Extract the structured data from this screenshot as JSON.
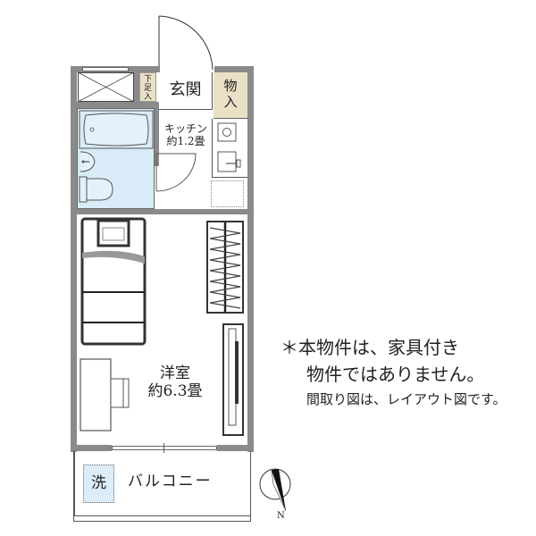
{
  "floorplan": {
    "rooms": {
      "entrance": {
        "label": "玄関"
      },
      "shoe_box": {
        "label_lines": [
          "下",
          "足",
          "入"
        ]
      },
      "storage": {
        "label_lines": [
          "物",
          "入"
        ]
      },
      "kitchen": {
        "label_lines": [
          "キッチン",
          "約1.2畳"
        ]
      },
      "western_room": {
        "label_lines": [
          "洋室",
          "約6.3畳"
        ]
      },
      "balcony": {
        "label": "バルコニー"
      },
      "laundry": {
        "label": "洗"
      }
    },
    "compass": {
      "label": "N"
    },
    "colors": {
      "wall": "#8a8a8a",
      "bath_fill": "#d8ebf6",
      "storage_fill": "#e9e0c6",
      "line": "#333333"
    }
  },
  "notes": {
    "line1": "＊本物件は、家具付き",
    "line2": "物件ではありません。",
    "line3": "間取り図は、レイアウト図です。"
  }
}
